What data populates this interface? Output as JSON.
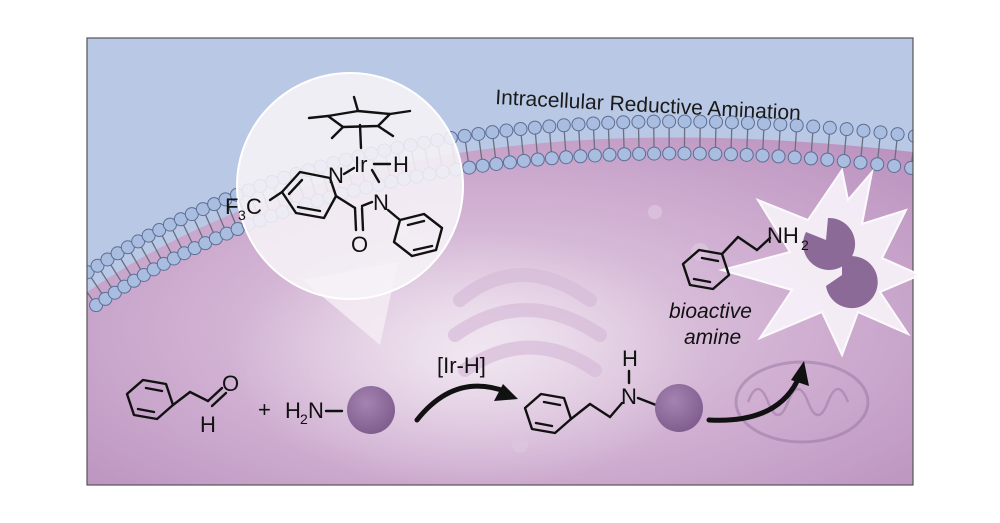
{
  "title": "Intracellular Reductive Amination",
  "catalyst": {
    "iridium": "Ir",
    "hydride": "H",
    "pyridine_n": "N",
    "amide_n": "N",
    "carbonyl_o": "O",
    "cf3_main": "F",
    "cf3_sub": "3",
    "cf3_tail": "C"
  },
  "reaction": {
    "aldehyde_o": "O",
    "aldehyde_h": "H",
    "plus": "+",
    "amine_h": "H",
    "amine_sub": "2",
    "amine_n": "N",
    "reagent": "[Ir-H]",
    "product_n": "N",
    "product_h": "H"
  },
  "released": {
    "nh2_main": "NH",
    "nh2_sub": "2",
    "caption_line1": "bioactive",
    "caption_line2": "amine"
  },
  "colors": {
    "outside": "#b9c9e5",
    "cell": "#c9a6cc",
    "lipid_head": "#a9bde0",
    "bead": "#8c6a98",
    "burst": "#f6f0f8"
  }
}
